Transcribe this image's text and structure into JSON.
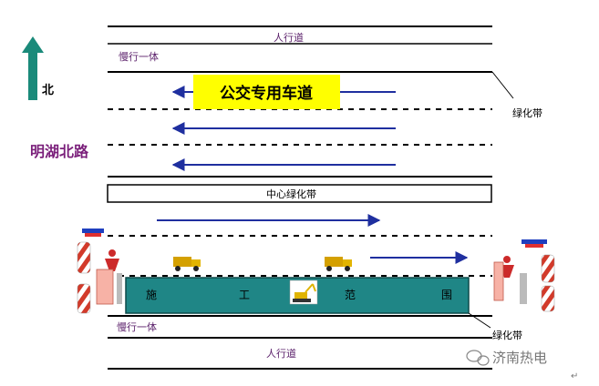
{
  "diagram": {
    "north_label": "北",
    "road_name": "明湖北路",
    "bus_lane_label": "公交专用车道",
    "sidewalk_top": "人行道",
    "sidewalk_bottom": "人行道",
    "slow_lane_top": "慢行一体",
    "slow_lane_bottom": "慢行一体",
    "median_label": "中心绿化带",
    "green_belt_top": "绿化带",
    "green_belt_bottom": "绿化带",
    "construction_chars": [
      "施",
      "工",
      "范",
      "围"
    ],
    "watermark": "济南热电",
    "return_mark": "↵"
  },
  "colors": {
    "north_arrow": "#1a8a7a",
    "road_name": "#7a1f7a",
    "lane_label": "#5a1f6a",
    "bus_lane_bg": "#ffff00",
    "arrow_blue": "#1f2f9f",
    "construction_zone": "#1f8686",
    "watermark": "#777777"
  },
  "icons": {
    "north_arrow": "north-arrow-icon",
    "dump_truck": "dump-truck-icon",
    "excavator": "excavator-icon",
    "traffic_barrel": "traffic-barrel-icon",
    "warning_light": "warning-light-icon",
    "flagger": "flagger-icon",
    "wechat": "wechat-icon"
  }
}
